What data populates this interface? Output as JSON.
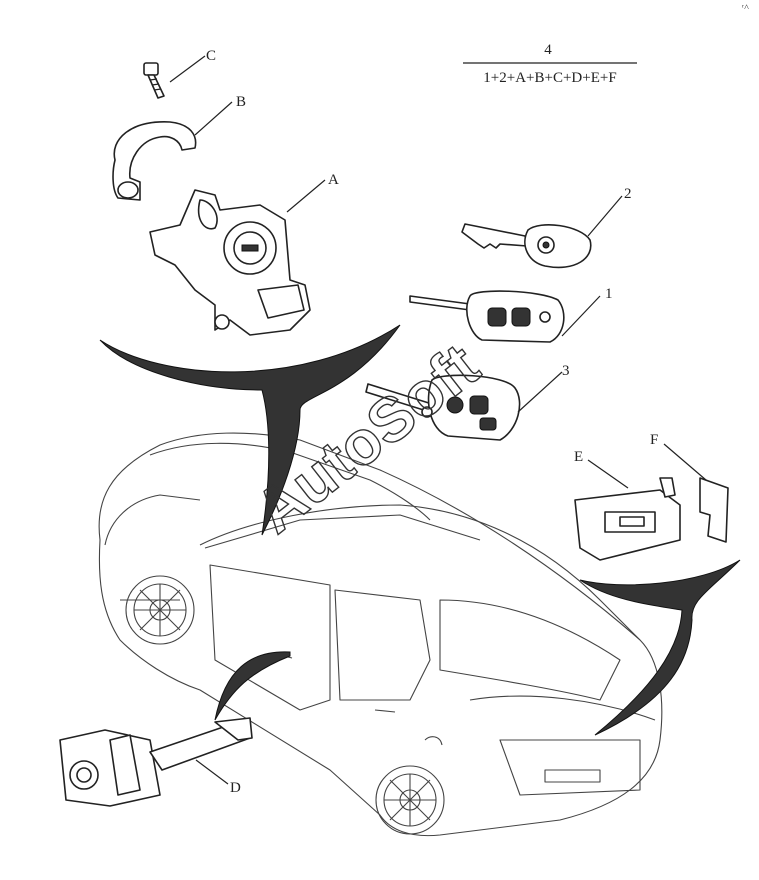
{
  "formula": {
    "number": "4",
    "expression": "1+2+A+B+C+D+E+F"
  },
  "callouts": {
    "c": "C",
    "b": "B",
    "a": "A",
    "n2": "2",
    "n1": "1",
    "n3": "3",
    "e": "E",
    "f": "F",
    "d": "D"
  },
  "watermark": "AutoSoft",
  "corner_mark": "ʳ˄"
}
